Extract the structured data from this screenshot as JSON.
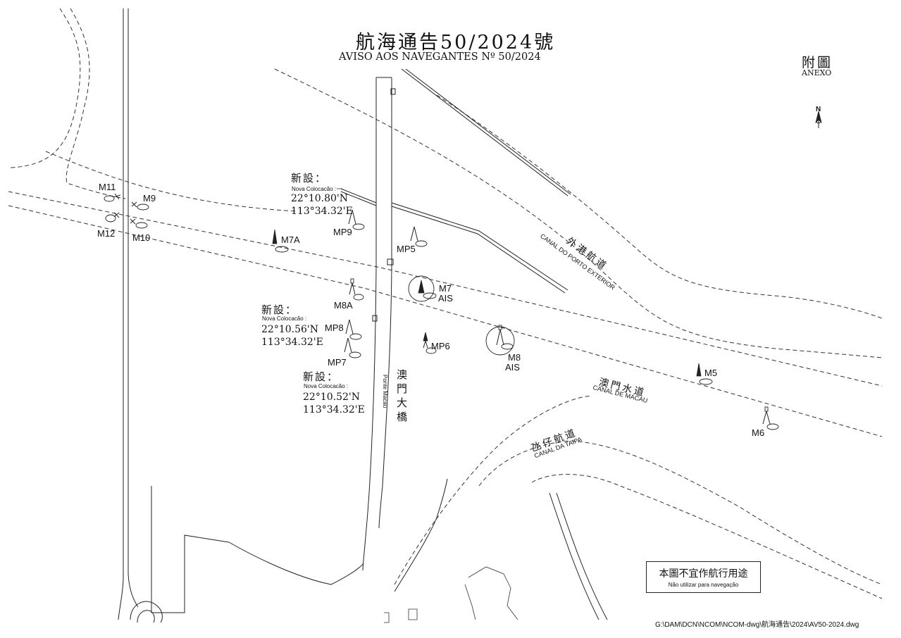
{
  "title": {
    "zh": "航海通告50/2024號",
    "pt": "AVISO AOS NAVEGANTES Nº 50/2024"
  },
  "annex": {
    "zh": "附圖",
    "pt": "ANEXO"
  },
  "north_label": "N",
  "markers": {
    "M11": "M11",
    "M9": "M9",
    "M12": "M12",
    "M10": "M10",
    "M7A": "M7A",
    "MP9": "MP9",
    "MP5": "MP5",
    "M8A": "M8A",
    "M7": "M7",
    "M7_ais": "AIS",
    "MP8": "MP8",
    "MP7": "MP7",
    "MP6": "MP6",
    "M8": "M8",
    "M8_ais": "AIS",
    "M5": "M5",
    "M6": "M6"
  },
  "new_positions": [
    {
      "zh": "新設：",
      "pt": "Nova Colocacão :",
      "lat": "22°10.80'N",
      "lon": "113°34.32'E"
    },
    {
      "zh": "新設：",
      "pt": "Nova Colocacão :",
      "lat": "22°10.56'N",
      "lon": "113°34.32'E"
    },
    {
      "zh": "新設：",
      "pt": "Nova Colocacão :",
      "lat": "22°10.52'N",
      "lon": "113°34.32'E"
    }
  ],
  "channels": {
    "outer": {
      "zh": "外港航道",
      "pt": "CANAL DO PORTO EXTERIOR"
    },
    "macau": {
      "zh": "澳門水道",
      "pt": "CANAL DE MACAU"
    },
    "taipa": {
      "zh": "氹仔航道",
      "pt": "CANAL DA TAIPA"
    }
  },
  "bridge": {
    "zh": "澳門大橋",
    "pt": "Ponte Macau"
  },
  "note": {
    "zh": "本圖不宜作航行用途",
    "pt": "Não utilizar para navegação"
  },
  "file_path": "G:\\DAM\\DCN\\NCOM\\NCOM-dwg\\航海通告\\2024\\AV50-2024.dwg"
}
